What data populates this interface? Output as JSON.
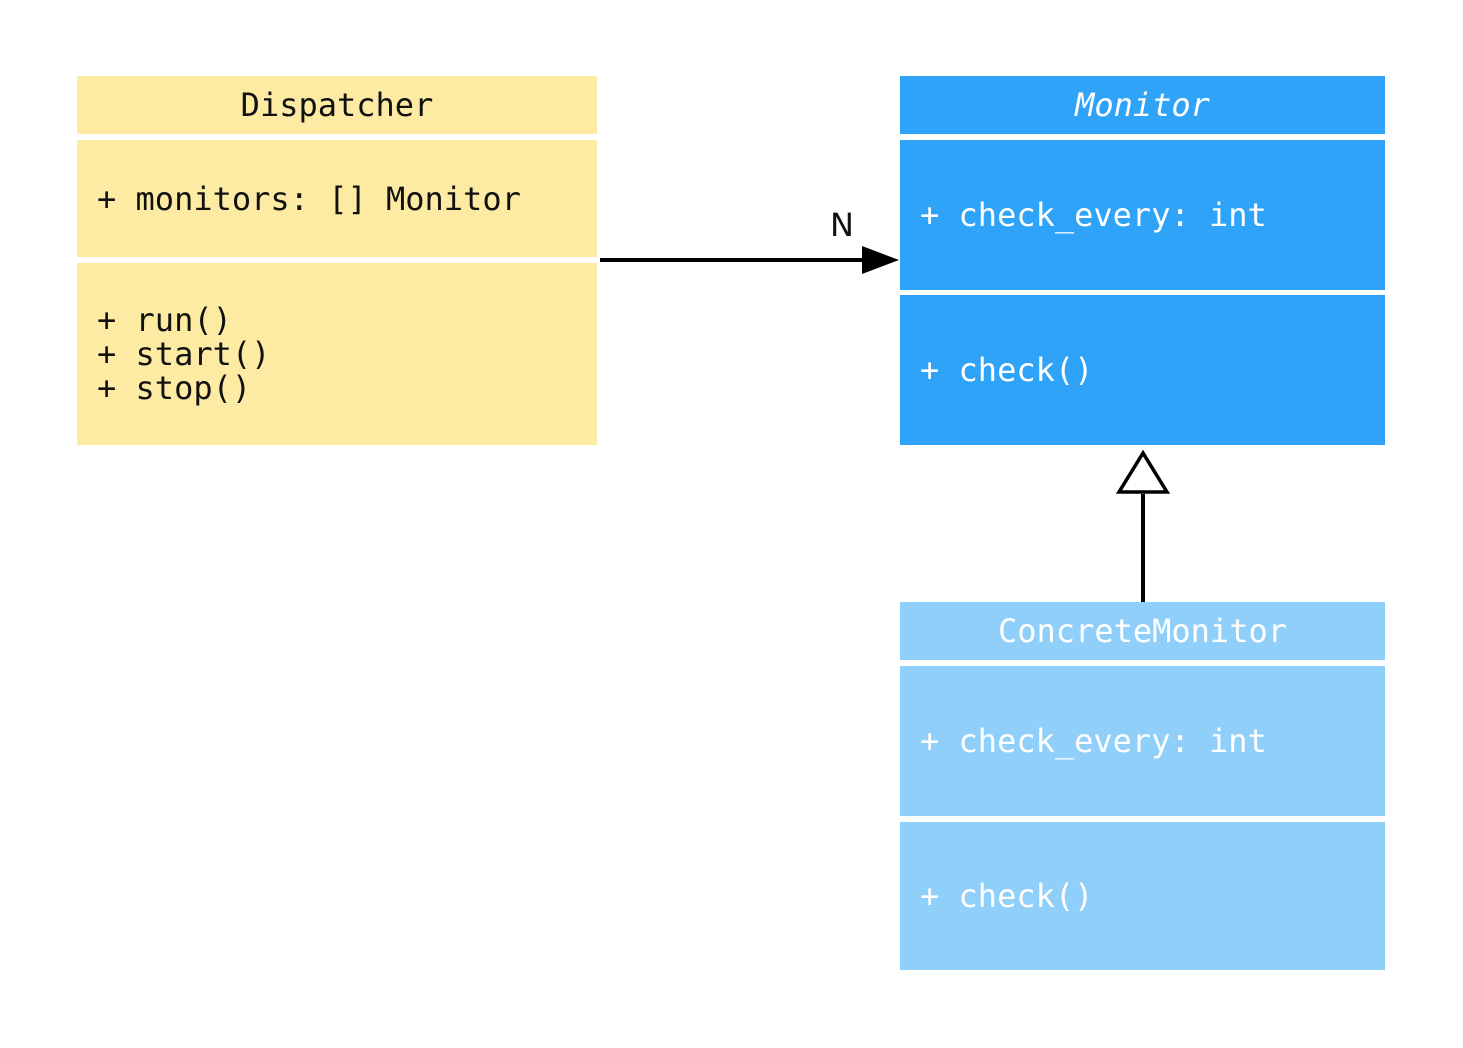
{
  "diagram": {
    "type": "uml-class-diagram",
    "background": "#ffffff",
    "edge_color": "#000000",
    "classes": [
      {
        "name": "Dispatcher",
        "name_italic": false,
        "fill": "#FEEBA3",
        "text_color": "#111111",
        "attributes": [
          "+ monitors: [] Monitor"
        ],
        "methods": [
          "+ run()",
          "+ start()",
          "+ stop()"
        ]
      },
      {
        "name": "Monitor",
        "name_italic": true,
        "fill": "#2EA3F7",
        "text_color": "#ffffff",
        "attributes": [
          "+ check_every: int"
        ],
        "methods": [
          "+ check()"
        ]
      },
      {
        "name": "ConcreteMonitor",
        "name_italic": false,
        "fill": "#90CFFA",
        "text_color": "#ffffff",
        "attributes": [
          "+ check_every: int"
        ],
        "methods": [
          "+ check()"
        ]
      }
    ],
    "edges": [
      {
        "type": "association",
        "from": "Dispatcher",
        "to": "Monitor",
        "label": "N"
      },
      {
        "type": "inheritance",
        "from": "ConcreteMonitor",
        "to": "Monitor",
        "label": ""
      }
    ]
  }
}
